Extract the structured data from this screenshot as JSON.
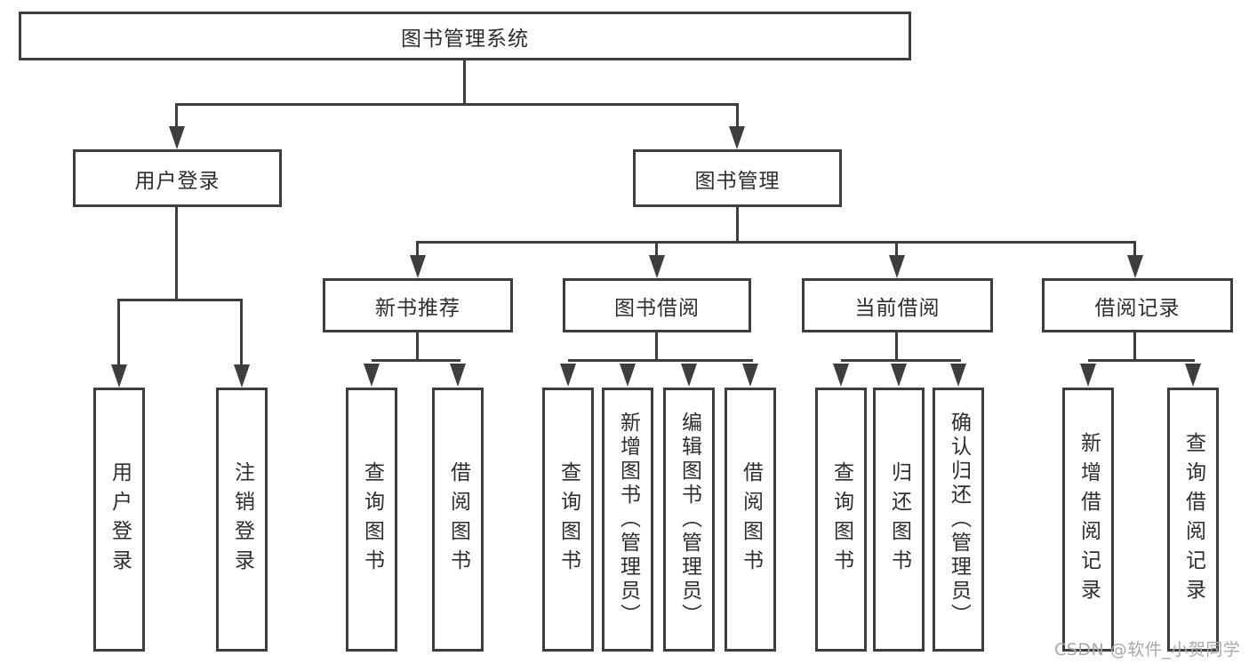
{
  "diagram": {
    "title_node": {
      "label": "图书管理系统"
    },
    "level2": [
      {
        "label": "用户登录"
      },
      {
        "label": "图书管理"
      }
    ],
    "level3": [
      {
        "label": "新书推荐"
      },
      {
        "label": "图书借阅"
      },
      {
        "label": "当前借阅"
      },
      {
        "label": "借阅记录"
      }
    ],
    "leaves": {
      "user_login": [
        {
          "label": "用户登录"
        },
        {
          "label": "注销登录"
        }
      ],
      "new_book_recommend": [
        {
          "label": "查询图书"
        },
        {
          "label": "借阅图书"
        }
      ],
      "book_borrowing": [
        {
          "label": "查询图书"
        },
        {
          "label": "新增图书（管理员）"
        },
        {
          "label": "编辑图书（管理员）"
        },
        {
          "label": "借阅图书"
        }
      ],
      "current_borrowing": [
        {
          "label": "查询图书"
        },
        {
          "label": "归还图书"
        },
        {
          "label": "确认归还（管理员）"
        }
      ],
      "borrowing_records": [
        {
          "label": "新增借阅记录"
        },
        {
          "label": "查询借阅记录"
        }
      ]
    },
    "colors": {
      "line": "#3e3e3e",
      "text": "#2e2e2e",
      "background": "#ffffff"
    }
  },
  "watermark": {
    "text": "CSDN @软件_小贺同学",
    "color": "#a9a9a9"
  }
}
